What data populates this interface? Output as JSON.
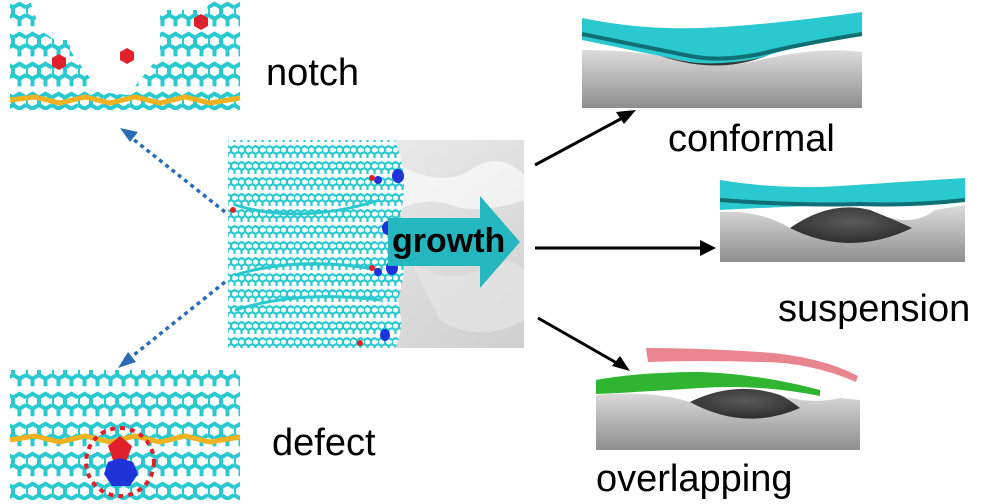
{
  "labels": {
    "growth": "growth",
    "notch": "notch",
    "defect": "defect",
    "conformal": "conformal",
    "suspension": "suspension",
    "overlapping": "overlapping"
  },
  "colors": {
    "lattice": "#29c9cf",
    "lattice_dark": "#0f6f74",
    "boundary": "#f2b21f",
    "defect_red": "#e0202a",
    "defect_blue": "#1e33d8",
    "arrow_teal": "#24b7bf",
    "substrate": "#b9b9b9",
    "pink_flake": "#e9858f",
    "green_flake": "#2fb52f",
    "dotted_arrow": "#2a6db6"
  },
  "icons": {
    "growth_arrow": "right-arrow-icon"
  }
}
